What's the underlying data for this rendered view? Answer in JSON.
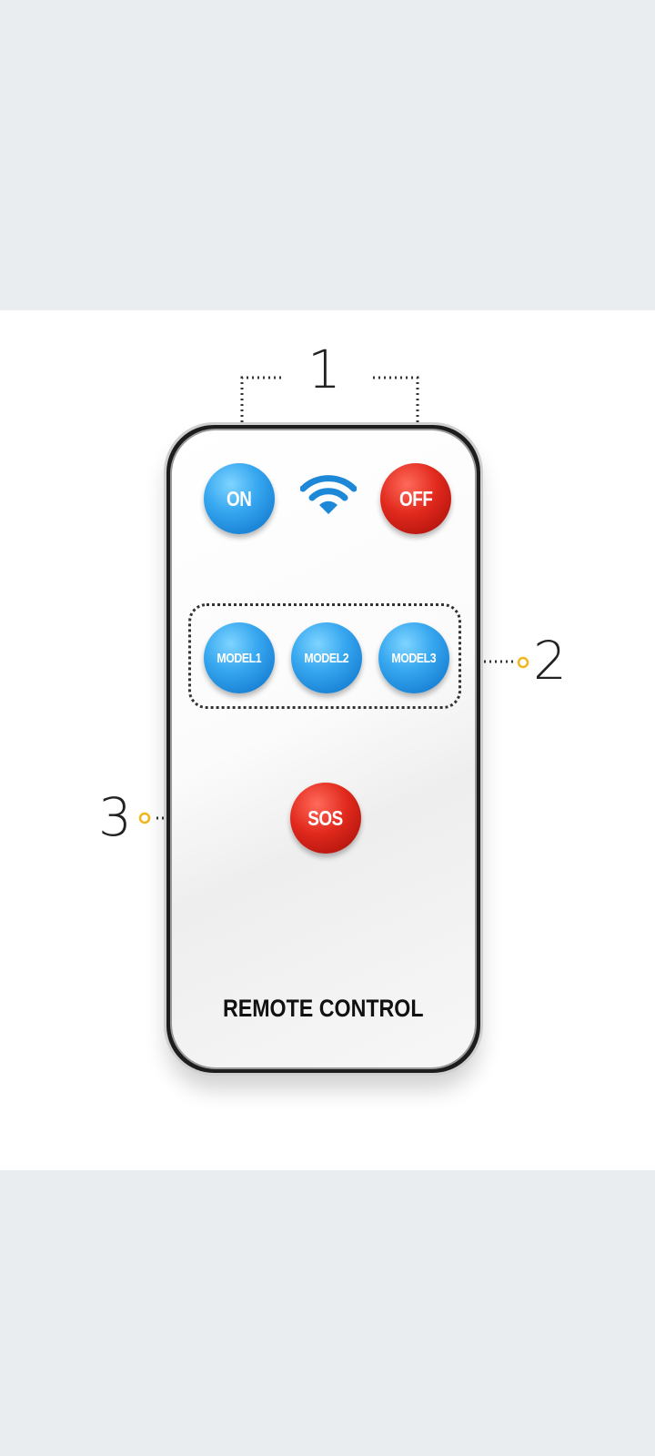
{
  "callouts": [
    "1",
    "2",
    "3"
  ],
  "buttons": {
    "on": "ON",
    "off": "OFF",
    "model1": "MODEL1",
    "model2": "MODEL2",
    "model3": "MODEL3",
    "sos": "SOS"
  },
  "remote_label": "REMOTE CONTROL",
  "icons": {
    "wifi": "wifi-icon"
  },
  "colors": {
    "page_bg": "#e9edf0",
    "blue_button": "#2a97e6",
    "red_button": "#d11f15",
    "callout_dot": "#f2b51b"
  }
}
